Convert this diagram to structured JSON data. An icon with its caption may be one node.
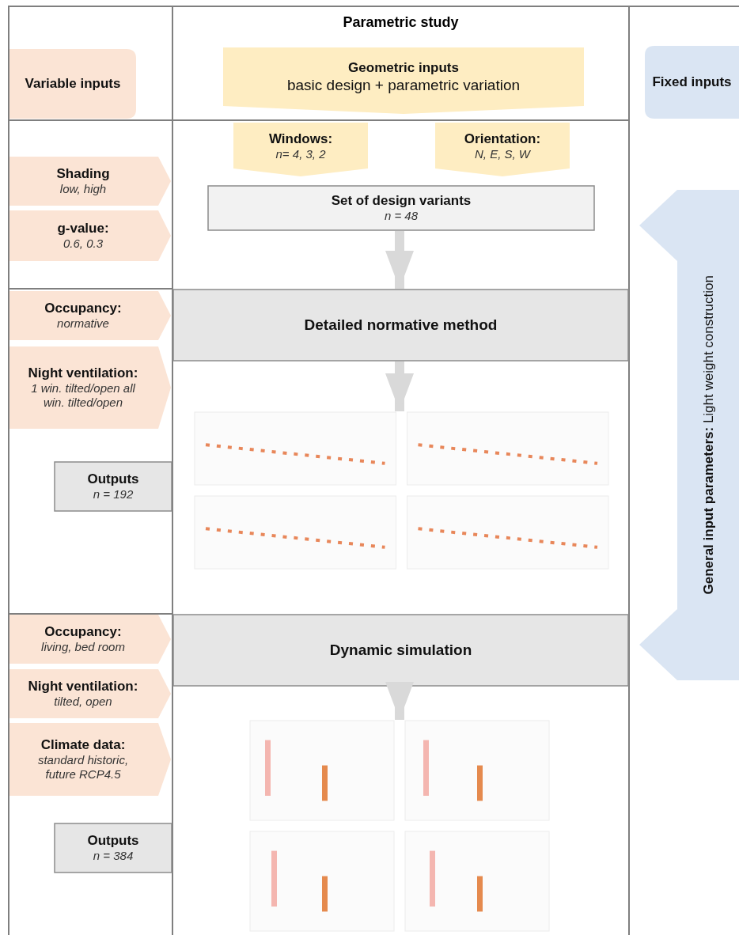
{
  "diagram": {
    "nodes": [
      {
        "text": [
          "Variable inputs"
        ]
      },
      {
        "text": [
          "Geometric inputs",
          "basic design + parametric variation"
        ]
      },
      {
        "text": [
          "Fixed inputs"
        ]
      },
      {
        "text": [
          "Windows:",
          "n= 4, 3, 2"
        ]
      },
      {
        "text": [
          "Orientation:",
          "N, E, S, W"
        ]
      },
      {
        "text": [
          "Shading",
          "low, high"
        ]
      },
      {
        "text": [
          "Set of design variants",
          "n = 48"
        ]
      },
      {
        "text": [
          "g-value:",
          "0.6, 0.3"
        ]
      },
      {
        "text": [
          "Occupancy:",
          "normative"
        ]
      },
      {
        "text": [
          "Detailed normative method"
        ]
      },
      {
        "text": [
          "Night ventilation:",
          "1 win. tilted/open all win. tilted/open"
        ]
      },
      {
        "text": [
          "Outputs",
          "n = 192"
        ]
      },
      {
        "text": [],
        "shape": "picture"
      },
      {
        "text": [
          "**General input parameters:** Light weight construction"
        ]
      },
      {
        "text": [
          "Occupancy:",
          "living, bed room"
        ]
      },
      {
        "text": [
          "Dynamic simulation"
        ]
      },
      {
        "text": [
          "Night ventilation:",
          "tilted, open"
        ]
      },
      {
        "text": [
          "Climate data:",
          "standard historic, future RCP4.5"
        ]
      },
      {
        "text": [
          "Outputs",
          "n = 384"
        ]
      },
      {
        "text": [],
        "shape": "picture"
      }
    ],
    "edges": [
      {
        "from": 6,
        "to": 9,
        "arrow": "to"
      },
      {
        "from": 9,
        "to": 12,
        "arrow": "to"
      },
      {
        "from": 15,
        "to": 19,
        "arrow": "to"
      }
    ],
    "labels": [
      "Parametric study"
    ]
  }
}
